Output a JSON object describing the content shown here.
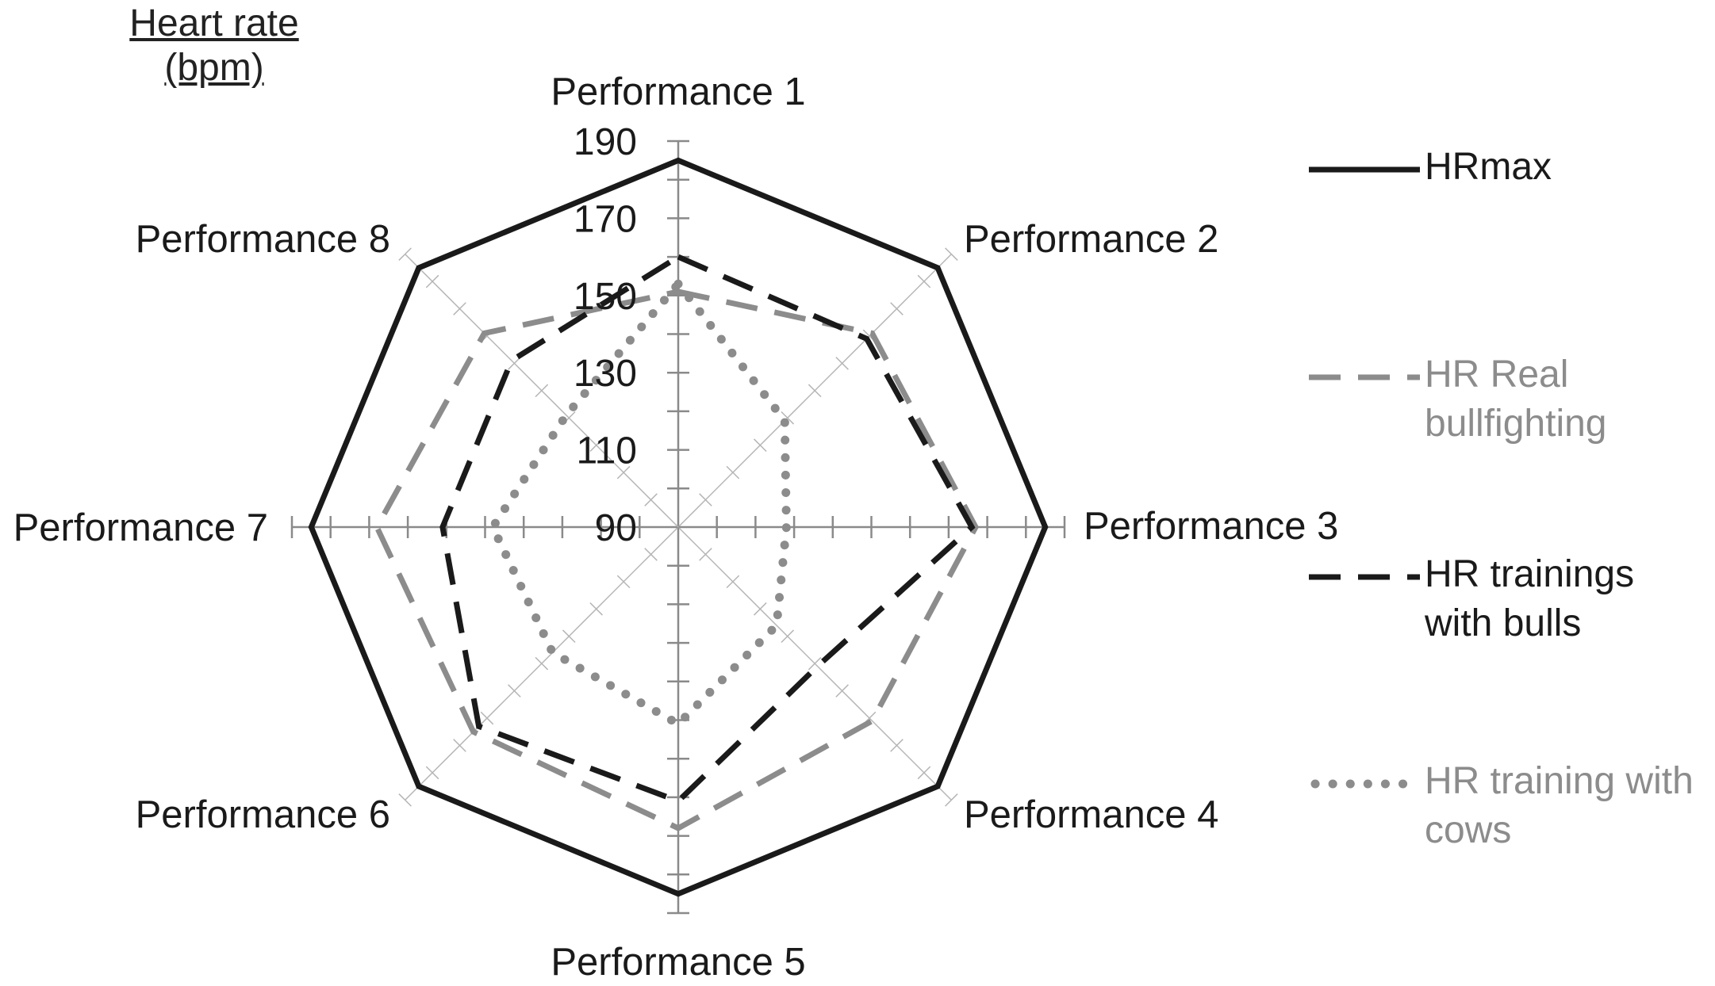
{
  "unit_label": [
    "Heart rate",
    "(bpm)"
  ],
  "chart_data": {
    "type": "radar",
    "categories": [
      "Performance 1",
      "Performance 2",
      "Performance 3",
      "Performance 4",
      "Performance 5",
      "Performance 6",
      "Performance 7",
      "Performance 8"
    ],
    "radial_ticks": [
      90,
      110,
      130,
      150,
      170,
      190
    ],
    "rlim": [
      90,
      190
    ],
    "grid": true,
    "legend_position": "right",
    "series": [
      {
        "name": "HRmax",
        "values": [
          185,
          185,
          185,
          185,
          185,
          185,
          185,
          185
        ],
        "color": "#1a1a1a",
        "style": "solid"
      },
      {
        "name": "HR Real bullfighting",
        "values": [
          151,
          161,
          167,
          161,
          168,
          165,
          168,
          161
        ],
        "color": "#8c8c8c",
        "style": "dashed"
      },
      {
        "name": "HR trainings with bulls",
        "values": [
          160,
          159,
          166,
          141,
          161,
          163,
          151,
          151
        ],
        "color": "#1a1a1a",
        "style": "dashed"
      },
      {
        "name": "HR training with cows",
        "values": [
          153,
          129,
          118,
          126,
          141,
          136,
          138,
          131
        ],
        "color": "#8c8c8c",
        "style": "dotted"
      }
    ]
  },
  "legend": [
    {
      "lines": [
        "HRmax"
      ],
      "color": "#1a1a1a",
      "style": "solid"
    },
    {
      "lines": [
        "HR Real",
        "bullfighting"
      ],
      "color": "#8c8c8c",
      "style": "dashed"
    },
    {
      "lines": [
        "HR trainings",
        "with bulls"
      ],
      "color": "#1a1a1a",
      "style": "dashed"
    },
    {
      "lines": [
        "HR training with",
        "cows"
      ],
      "color": "#8c8c8c",
      "style": "dotted"
    }
  ]
}
